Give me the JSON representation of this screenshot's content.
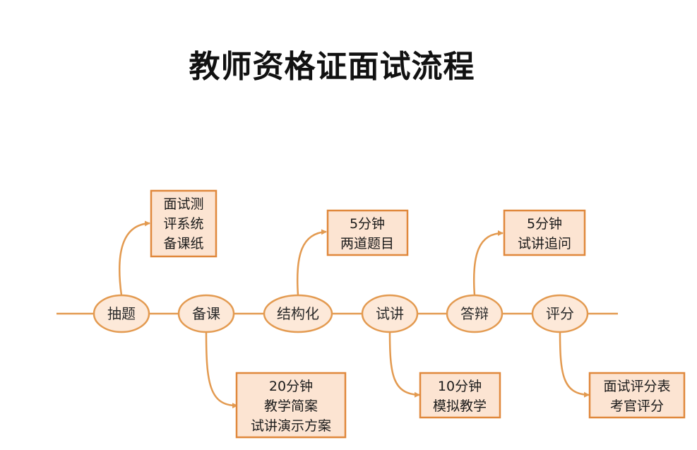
{
  "title": "教师资格证面试流程",
  "colors": {
    "line": "#e39a50",
    "node_fill": "#fde9d9",
    "node_stroke": "#e39a50",
    "box_fill": "#fce4d2",
    "box_stroke": "#e0883c"
  },
  "steps": [
    {
      "label": "抽题"
    },
    {
      "label": "备课"
    },
    {
      "label": "结构化"
    },
    {
      "label": "试讲"
    },
    {
      "label": "答辩"
    },
    {
      "label": "评分"
    }
  ],
  "notes": [
    {
      "step": "抽题",
      "lines": [
        "面试测",
        "评系统",
        "备课纸"
      ]
    },
    {
      "step": "结构化",
      "lines": [
        "5分钟",
        "两道题目"
      ]
    },
    {
      "step": "答辩",
      "lines": [
        "5分钟",
        "试讲追问"
      ]
    },
    {
      "step": "备课",
      "lines": [
        "20分钟",
        "教学简案",
        "试讲演示方案"
      ]
    },
    {
      "step": "试讲",
      "lines": [
        "10分钟",
        "模拟教学"
      ]
    },
    {
      "step": "评分",
      "lines": [
        "面试评分表",
        "考官评分"
      ]
    }
  ]
}
